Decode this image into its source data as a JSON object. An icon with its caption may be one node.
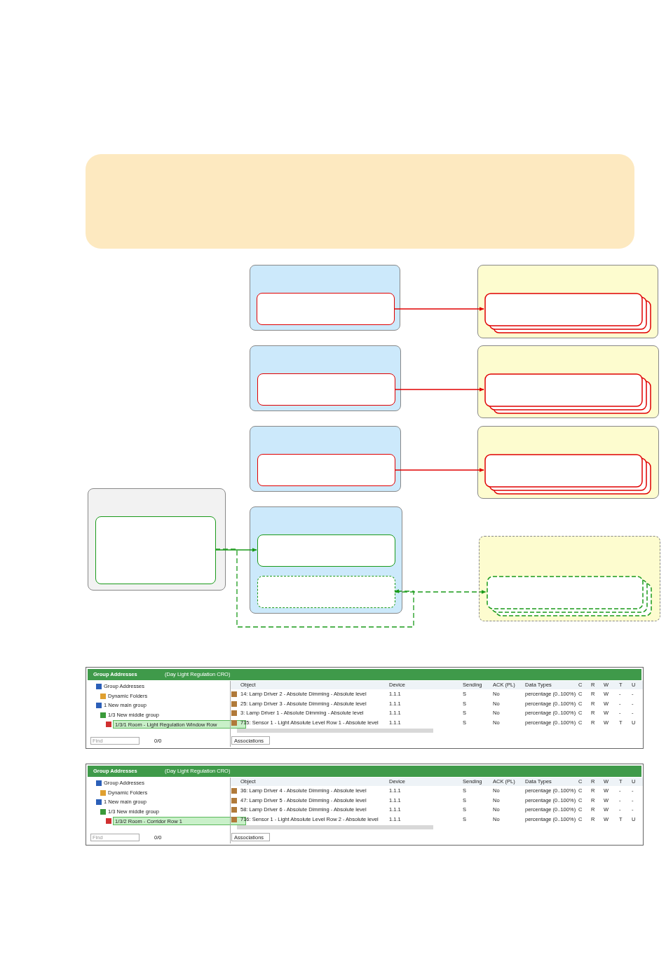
{
  "diagram": {
    "nodes": [
      {
        "text": [],
        "shape": "box"
      },
      {
        "text": [],
        "shape": "box"
      },
      {
        "text": [],
        "shape": "box",
        "in": 1
      },
      {
        "text": [],
        "shape": "box"
      },
      {
        "text": [],
        "shape": "box",
        "in": 3
      },
      {
        "text": [],
        "shape": "box"
      },
      {
        "text": [],
        "shape": "box",
        "in": 5
      },
      {
        "text": [],
        "shape": "box"
      },
      {
        "text": [],
        "shape": "box",
        "in": 7
      },
      {
        "text": [],
        "shape": "box"
      },
      {
        "text": [],
        "shape": "box",
        "in": 9
      },
      {
        "text": [],
        "shape": "box"
      },
      {
        "text": [],
        "shape": "box",
        "in": 11
      },
      {
        "text": [],
        "shape": "box"
      },
      {
        "text": [],
        "shape": "box",
        "in": 13
      },
      {
        "text": [],
        "shape": "box"
      },
      {
        "text": [],
        "shape": "box",
        "in": 15
      },
      {
        "text": [],
        "shape": "box",
        "in": 15
      },
      {
        "text": [],
        "shape": "box"
      },
      {
        "text": [],
        "shape": "box",
        "in": 18
      }
    ],
    "edges": [
      {
        "from": 2,
        "to": 4,
        "arrow": "to",
        "color": "#e00000"
      },
      {
        "from": 6,
        "to": 8,
        "arrow": "to",
        "color": "#e00000"
      },
      {
        "from": 10,
        "to": 12,
        "arrow": "to",
        "color": "#e00000"
      },
      {
        "from": 14,
        "to": 16,
        "arrow": "to",
        "color": "#1a9a1a"
      },
      {
        "from": 14,
        "to": 17,
        "arrow": "to",
        "style": "dashed",
        "color": "#1a9a1a"
      },
      {
        "from": 17,
        "to": 19,
        "arrow": "to",
        "style": "dashed",
        "color": "#1a9a1a"
      }
    ],
    "labels": [
      "Group Addresses",
      "(Day Light Regulation CRO)",
      "Group Addresses",
      "Dynamic Folders",
      "1 New main group",
      "1/3 New middle group",
      "1/3/1 Room - Light Regulation Window Row",
      "Object",
      "Device",
      "Sending",
      "ACK (PL)",
      "Data Types",
      "C",
      "R",
      "W",
      "T",
      "U",
      "14: Lamp Driver 2 - Absolute Dimming - Absolute level",
      "1.1.1",
      "S",
      "No",
      "percentage (0..100%)",
      "C",
      "R",
      "W",
      "-",
      "-",
      "25: Lamp Driver 3 - Absolute Dimming - Absolute level",
      "1.1.1",
      "S",
      "No",
      "percentage (0..100%)",
      "C",
      "R",
      "W",
      "-",
      "-",
      "3: Lamp Driver 1 - Absolute Dimming - Absolute level",
      "1.1.1",
      "S",
      "No",
      "percentage (0..100%)",
      "C",
      "R",
      "W",
      "-",
      "-",
      "715: Sensor 1 - Light Absolute Level Row 1 - Absolute level",
      "1.1.1",
      "S",
      "No",
      "percentage (0..100%)",
      "C",
      "R",
      "W",
      "T",
      "U",
      "Find",
      "0/0",
      "Associations",
      "Group Addresses",
      "(Day Light Regulation CRO)",
      "Group Addresses",
      "Dynamic Folders",
      "1 New main group",
      "1/3 New middle group",
      "1/3/2 Room - Corridor Row 1",
      "Object",
      "Device",
      "Sending",
      "ACK (PL)",
      "Data Types",
      "C",
      "R",
      "W",
      "T",
      "U",
      "36: Lamp Driver 4 - Absolute Dimming - Absolute level",
      "1.1.1",
      "S",
      "No",
      "percentage (0..100%)",
      "C",
      "R",
      "W",
      "-",
      "-",
      "47: Lamp Driver 5 - Absolute Dimming - Absolute level",
      "1.1.1",
      "S",
      "No",
      "percentage (0..100%)",
      "C",
      "R",
      "W",
      "-",
      "-",
      "58: Lamp Driver 6 - Absolute Dimming - Absolute level",
      "1.1.1",
      "S",
      "No",
      "percentage (0..100%)",
      "C",
      "R",
      "W",
      "-",
      "-",
      "716: Sensor 1 - Light Absolute Level Row 2 - Absolute level",
      "1.1.1",
      "S",
      "No",
      "percentage (0..100%)",
      "C",
      "R",
      "W",
      "T",
      "U",
      "Find",
      "0/0",
      "Associations"
    ]
  }
}
